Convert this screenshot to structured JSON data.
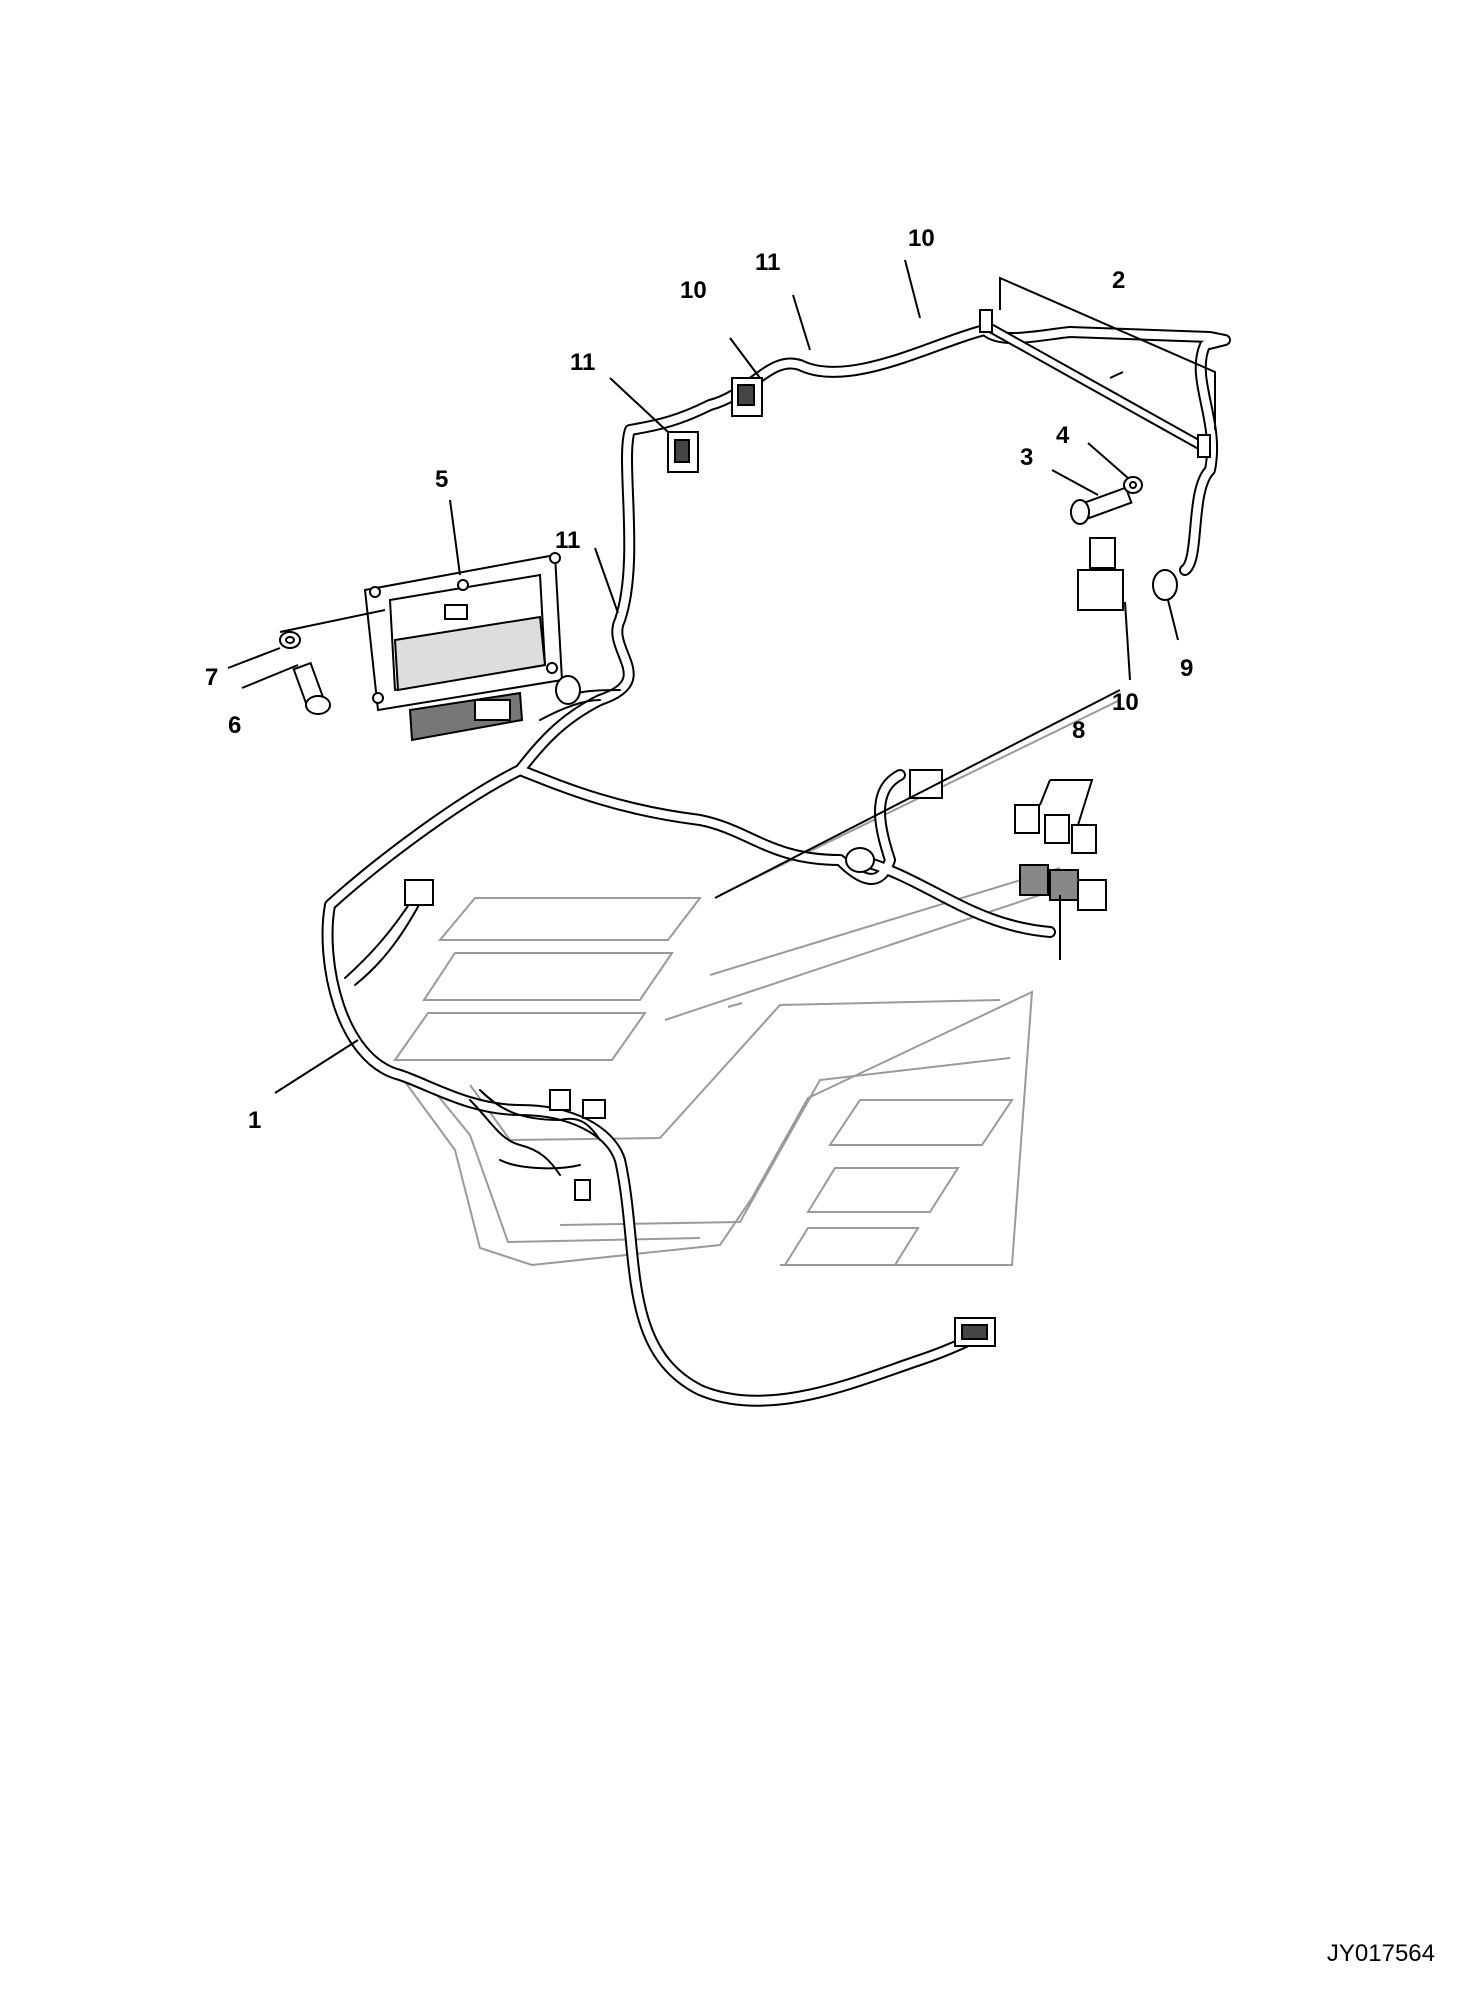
{
  "diagram": {
    "callouts": [
      {
        "id": "1",
        "label": "1"
      },
      {
        "id": "2",
        "label": "2"
      },
      {
        "id": "3",
        "label": "3"
      },
      {
        "id": "4",
        "label": "4"
      },
      {
        "id": "5",
        "label": "5"
      },
      {
        "id": "6",
        "label": "6"
      },
      {
        "id": "7",
        "label": "7"
      },
      {
        "id": "8",
        "label": "8"
      },
      {
        "id": "9",
        "label": "9"
      },
      {
        "id": "10a",
        "label": "10"
      },
      {
        "id": "10b",
        "label": "10"
      },
      {
        "id": "10c",
        "label": "10"
      },
      {
        "id": "11a",
        "label": "11"
      },
      {
        "id": "11b",
        "label": "11"
      },
      {
        "id": "11c",
        "label": "11"
      }
    ],
    "figure_id": "JY017564"
  }
}
